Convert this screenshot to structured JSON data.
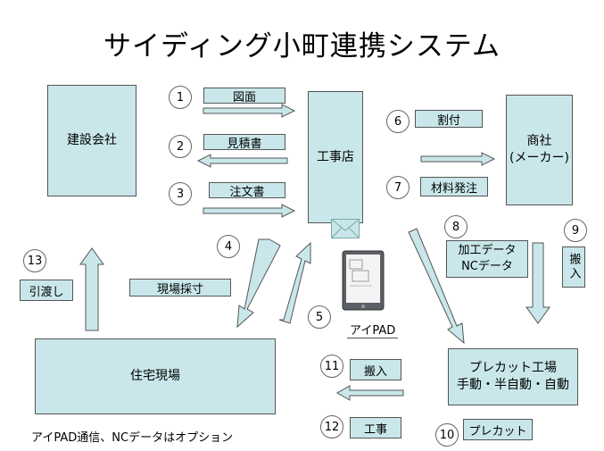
{
  "title": "サイディング小町連携システム",
  "boxes": {
    "builder": "建設会社",
    "contractor": "工事店",
    "trading": "商社\n(メーカー)",
    "site": "住宅現場",
    "factory": "プレカット工場\n手動・半自動・自動"
  },
  "steps": {
    "s1": {
      "num": "1",
      "label": "図面"
    },
    "s2": {
      "num": "2",
      "label": "見積書"
    },
    "s3": {
      "num": "3",
      "label": "注文書"
    },
    "s4": {
      "num": "4",
      "label": "現場採寸"
    },
    "s5": {
      "num": "5",
      "label": "アイPAD"
    },
    "s6": {
      "num": "6",
      "label": "割付"
    },
    "s7": {
      "num": "7",
      "label": "材料発注"
    },
    "s8": {
      "num": "8",
      "label": "加工データ\nNCデータ"
    },
    "s9": {
      "num": "9",
      "label": "搬入"
    },
    "s10": {
      "num": "10",
      "label": "プレカット"
    },
    "s11": {
      "num": "11",
      "label": "搬入"
    },
    "s12": {
      "num": "12",
      "label": "工事"
    },
    "s13": {
      "num": "13",
      "label": "引渡し"
    }
  },
  "note": "アイPAD通信、NCデータはオプション",
  "icons": {
    "mail": "envelope-icon",
    "tablet": "ipad-icon"
  },
  "colors": {
    "fill": "#c9e7ea",
    "stroke": "#555555"
  }
}
